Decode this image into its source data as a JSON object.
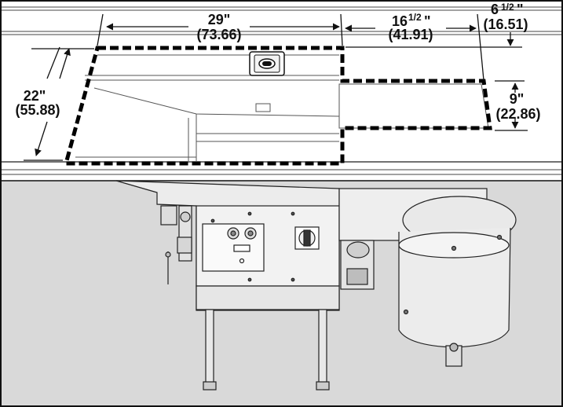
{
  "dimensions": {
    "width_main": {
      "inches": "29\"",
      "metric": "(73.66)"
    },
    "width_side": {
      "inches_whole": "16",
      "inches_frac": "1/2",
      "inches_unit": "\"",
      "metric": "(41.91)"
    },
    "offset_side": {
      "inches_whole": "6",
      "inches_frac": "1/2",
      "inches_unit": "\"",
      "metric": "(16.51)"
    },
    "depth_main": {
      "inches": "22\"",
      "metric": "(55.88)"
    },
    "depth_side": {
      "inches": "9\"",
      "metric": "(22.86)"
    }
  },
  "colors": {
    "background": "#ffffff",
    "floor_gray": "#d9d9d9",
    "line": "#111111",
    "machine_fill": "#ececec",
    "cutout_dash": "#000000"
  }
}
